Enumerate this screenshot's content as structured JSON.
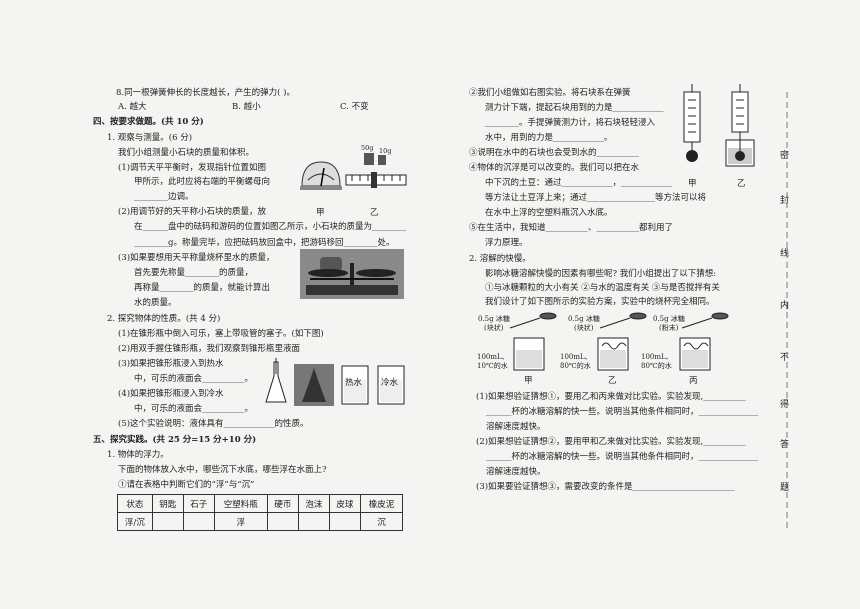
{
  "left": {
    "q8": {
      "stem": "8.同一根弹簧伸长的长度越长，产生的弹力(    )。",
      "a": "A. 越大",
      "b": "B. 越小",
      "c": "C. 不变"
    },
    "sec4": "四、按要求做题。(共 10 分)",
    "p1": {
      "title": "1. 观察与测量。(6 分)",
      "intro": "我们小组测量小石块的质量和体积。",
      "s1": [
        "(1)调节天平平衡时，发现指针位置如图",
        "甲所示，此时应将右端的平衡螺母向",
        "边调。"
      ],
      "s2": [
        "(2)用调节好的天平称小石块的质量，放",
        "在",
        "盘中的砝码和游码的位置如图乙所示，小石块的质量为",
        "g。称量完毕，应把砝码放回盒中，把游码移回",
        "处。"
      ],
      "s3": [
        "(3)如果要想用天平称量烧杯里水的质量，",
        "首先要先称量",
        "的质量，",
        "再称量",
        "的质量，就能计算出",
        "水的质量。"
      ],
      "fig_labels": {
        "jia": "甲",
        "yi": "乙",
        "w50": "50g",
        "w10": "10g"
      }
    },
    "p2": {
      "title": "2. 探究物体的性质。(共 4 分)",
      "s1": "(1)在锥形瓶中倒入可乐，塞上带吸管的塞子。(如下图)",
      "s2": "(2)用双手握住锥形瓶，我们观察到锥形瓶里液面",
      "s3": [
        "(3)如果把锥形瓶浸入到热水",
        "中，可乐的液面会",
        "。"
      ],
      "s4": [
        "(4)如果把锥形瓶浸入到冷水",
        "中，可乐的液面会",
        "。"
      ],
      "s5": [
        "(5)这个实验说明：液体具有",
        "的性质。"
      ],
      "hot": "热水",
      "cold": "冷水"
    },
    "sec5": "五、探究实践。(共 25 分=15 分+10 分)",
    "p3": {
      "title": "1. 物体的浮力。",
      "intro": "下面的物体放入水中，哪些沉下水底，哪些浮在水面上?",
      "q": "①请在表格中判断它们的“浮”与“沉”",
      "header": [
        "状态",
        "钥匙",
        "石子",
        "空塑料瓶",
        "硬币",
        "泡沫",
        "皮球",
        "橡皮泥"
      ],
      "row": [
        "浮/沉",
        "",
        "",
        "浮",
        "",
        "",
        "",
        "沉"
      ]
    }
  },
  "right": {
    "q2": [
      "②我们小组做如右图实验。将石块系在弹簧",
      "测力计下端，提起石块用到的力是",
      "。手提弹簧测力计，将石块轻轻浸入",
      "水中，用到的力是",
      "。"
    ],
    "q3": "③说明在水中的石块也会受到水的",
    "q4": [
      "④物体的沉浮是可以改变的。我们可以把在水",
      "中下沉的土豆：通过",
      "，",
      "等方法让土豆浮上来；通过",
      "等方法可以将",
      "在水中上浮的空塑料瓶沉入水底。"
    ],
    "q5": [
      "⑤在生活中，我知道",
      "、",
      "都利用了",
      "浮力原理。"
    ],
    "fig_labels": {
      "jia": "甲",
      "yi": "乙"
    },
    "p2": {
      "title": "2. 溶解的快慢。",
      "intro": "影响冰糖溶解快慢的因素有哪些呢? 我们小组提出了以下猜想:",
      "guess": "①与冰糖颗粒的大小有关  ②与水的温度有关  ③与是否搅拌有关",
      "design": "我们设计了如下图所示的实验方案，实验中的烧杯完全相同。",
      "sugar": [
        [
          "0.5g 冰糖",
          "(块状)"
        ],
        [
          "0.5g 冰糖",
          "(块状)"
        ],
        [
          "0.5g 冰糖",
          "(粉末)"
        ]
      ],
      "water": [
        [
          "100mL、",
          "10℃的水"
        ],
        [
          "100mL、",
          "80℃的水"
        ],
        [
          "100mL、",
          "80℃的水"
        ]
      ],
      "beakers": [
        "甲",
        "乙",
        "丙"
      ],
      "a1": [
        "(1)如果想验证猜想①，要用乙和丙来做对比实验。实验发现,",
        "杯的冰糖溶解的快一些。说明当其他条件相同时，",
        "溶解速度越快。"
      ],
      "a2": [
        "(2)如果想验证猜想②，要用甲和乙来做对比实验。实验发现,",
        "杯的冰糖溶解的快一些。说明当其他条件相同时，",
        "溶解速度越快。"
      ],
      "a3": "(3)如果要验证猜想③，需要改变的条件是"
    }
  },
  "margin": [
    "密",
    "封",
    "线",
    "内",
    "不",
    "得",
    "答",
    "题"
  ]
}
